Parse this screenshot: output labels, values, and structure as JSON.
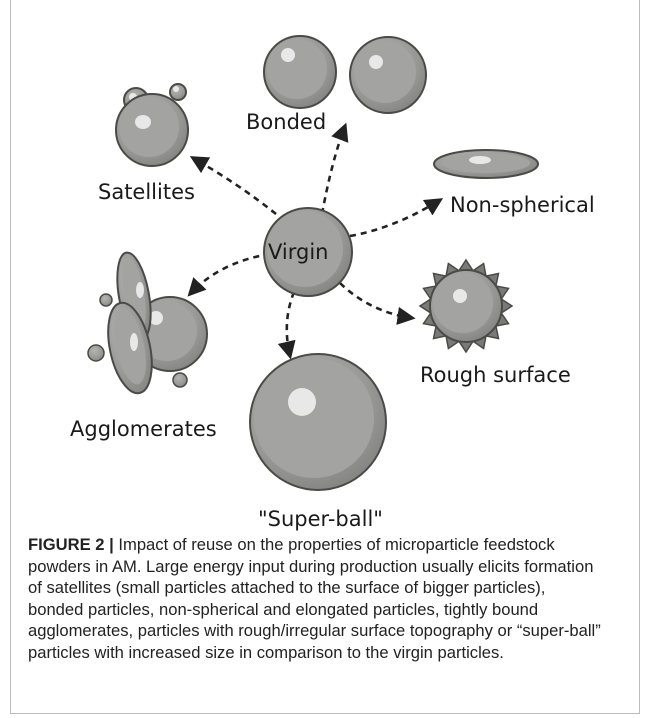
{
  "diagram": {
    "center_label": "Virgin",
    "labels": {
      "bonded": "Bonded",
      "satellites": "Satellites",
      "non_spherical": "Non-spherical",
      "agglomerates": "Agglomerates",
      "rough_surface": "Rough surface",
      "super_ball": "\"Super-ball\""
    },
    "colors": {
      "particle_fill": "#9a9a98",
      "particle_shade": "#7a7a78",
      "particle_outline": "#4a4a48",
      "highlight": "#e8e8e8",
      "arrow": "#222222"
    }
  },
  "caption": {
    "label": "FIGURE 2 |",
    "text": " Impact of reuse on the properties of microparticle feedstock powders in AM. Large energy input during production usually elicits formation of satellites (small particles attached to the surface of bigger particles), bonded particles, non-spherical and elongated particles, tightly bound agglomerates, particles with rough/irregular surface topography or “super-ball” particles with increased size in comparison to the virgin particles."
  }
}
